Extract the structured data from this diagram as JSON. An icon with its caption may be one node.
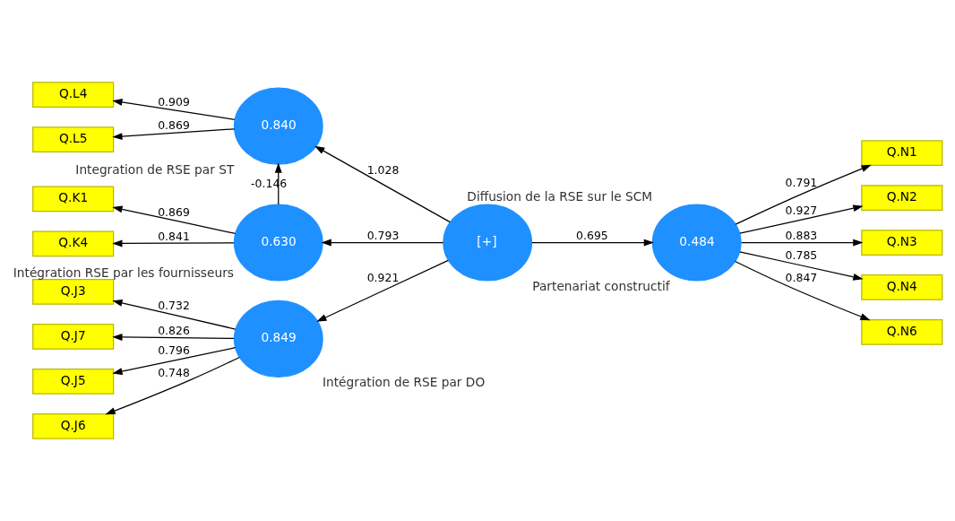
{
  "diagram": {
    "nodes": [
      {
        "text": [
          "Q.J3"
        ]
      },
      {
        "text": [
          "Q.J5"
        ]
      },
      {
        "text": [
          "Q.J6"
        ]
      },
      {
        "text": [
          "Q.J7"
        ]
      },
      {
        "text": [
          "0.849"
        ],
        "beside": [
          "Intégration de RSE par DO"
        ]
      },
      {
        "text": [
          "Q.N1"
        ]
      },
      {
        "text": [
          "Q.N2"
        ]
      },
      {
        "text": [
          "0.840"
        ],
        "beside": [
          "Integration de RSE par ST"
        ]
      },
      {
        "text": [
          "[+]"
        ],
        "beside": [
          "Partenariat constructif"
        ]
      },
      {
        "text": [
          "0.484"
        ],
        "beside": [
          "Diffusion de la RSE sur le SCM"
        ]
      },
      {
        "text": [
          "Q.N3"
        ]
      },
      {
        "text": [
          "Q.L4"
        ]
      },
      {
        "text": [
          "Q.L5"
        ]
      },
      {
        "text": [
          "Q.N4"
        ]
      },
      {
        "text": [
          "Q.N6"
        ]
      },
      {
        "text": [
          "Q.K1"
        ]
      },
      {
        "text": [
          "0.630"
        ],
        "beside": [
          "Intégration RSE par les fournisseurs"
        ]
      },
      {
        "text": [
          "Q.K4"
        ]
      }
    ],
    "edges": [
      {
        "from": 4,
        "to": 0,
        "arrow": "to",
        "label": "0.732"
      },
      {
        "from": 4,
        "to": 1,
        "arrow": "to",
        "label": "0.796"
      },
      {
        "from": 4,
        "to": 2,
        "arrow": "to",
        "label": "0.748"
      },
      {
        "from": 4,
        "to": 3,
        "arrow": "to",
        "label": "0.826"
      },
      {
        "from": 8,
        "to": 4,
        "arrow": "to",
        "label": "0.921"
      },
      {
        "from": 8,
        "to": 7,
        "arrow": "to",
        "label": "1.028"
      },
      {
        "from": 8,
        "to": 16,
        "arrow": "to",
        "label": "0.793"
      },
      {
        "from": 8,
        "to": 9,
        "arrow": "to",
        "label": "0.695"
      },
      {
        "from": 7,
        "to": 11,
        "arrow": "to",
        "label": "0.909"
      },
      {
        "from": 7,
        "to": 12,
        "arrow": "to",
        "label": "0.869"
      },
      {
        "from": 16,
        "to": 7,
        "arrow": "to",
        "label": "-0.146"
      },
      {
        "from": 16,
        "to": 15,
        "arrow": "to",
        "label": "0.869"
      },
      {
        "from": 16,
        "to": 17,
        "arrow": "to",
        "label": "0.841"
      },
      {
        "from": 9,
        "to": 5,
        "arrow": "to",
        "label": "0.791"
      },
      {
        "from": 9,
        "to": 6,
        "arrow": "to",
        "label": "0.927"
      },
      {
        "from": 9,
        "to": 10,
        "arrow": "to",
        "label": "0.883"
      },
      {
        "from": 9,
        "to": 13,
        "arrow": "to",
        "label": "0.785"
      },
      {
        "from": 9,
        "to": 14,
        "arrow": "to",
        "label": "0.847"
      }
    ]
  }
}
